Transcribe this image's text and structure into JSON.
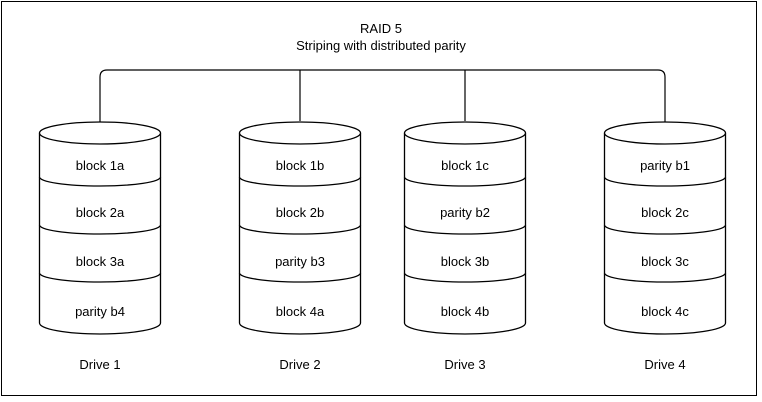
{
  "title": {
    "line1": "RAID 5",
    "line2": "Striping with distributed parity"
  },
  "drives": [
    {
      "label": "Drive 1",
      "blocks": [
        "block 1a",
        "block 2a",
        "block 3a",
        "parity b4"
      ]
    },
    {
      "label": "Drive 2",
      "blocks": [
        "block 1b",
        "block 2b",
        "parity b3",
        "block 4a"
      ]
    },
    {
      "label": "Drive 3",
      "blocks": [
        "block 1c",
        "parity b2",
        "block 3b",
        "block 4b"
      ]
    },
    {
      "label": "Drive 4",
      "blocks": [
        "parity b1",
        "block 2c",
        "block 3c",
        "block 4c"
      ]
    }
  ],
  "colors": {
    "line": "#000000",
    "background": "#ffffff",
    "text": "#000000"
  }
}
